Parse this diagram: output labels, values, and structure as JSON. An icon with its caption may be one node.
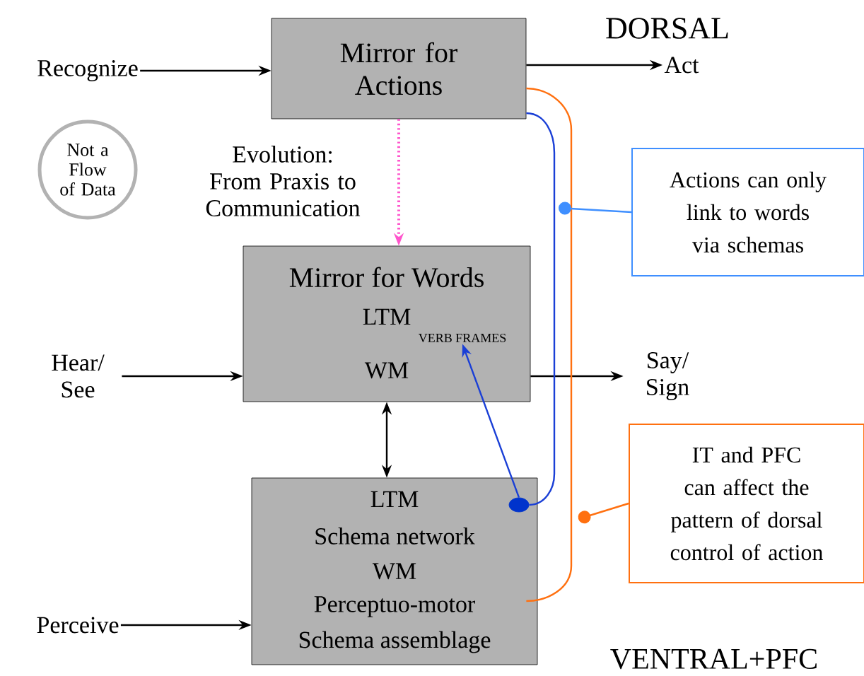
{
  "diagram": {
    "nodes": [
      {
        "text": [
          "Mirror for Actions"
        ]
      },
      {
        "text": [
          "Recognize"
        ]
      },
      {
        "text": [
          "Act"
        ]
      },
      {
        "text": [
          "Not a Flow of Data"
        ]
      },
      {
        "text": [
          "Actions can only link to words via schemas"
        ]
      },
      {
        "text": [
          "Mirror for Words",
          "LTM",
          "WM"
        ]
      },
      {
        "text": [
          "VERB FRAMES"
        ],
        "in": 5
      },
      {
        "text": [
          "Hear/ See"
        ]
      },
      {
        "text": [
          "Say/ Sign"
        ]
      },
      {
        "text": [
          "IT and PFC can affect the pattern of dorsal control of action"
        ]
      },
      {
        "text": [
          "LTM",
          "Schema network",
          "WM",
          "Perceptuo-motor",
          "Schema assemblage"
        ]
      },
      {
        "text": [],
        "shape": "circle",
        "in": 10
      },
      {
        "text": [
          "Perceive"
        ]
      }
    ],
    "edges": [
      {
        "from": 1,
        "to": 0,
        "arrow": "to"
      },
      {
        "from": 0,
        "to": 2,
        "arrow": "to"
      },
      {
        "from": 0,
        "to": 5,
        "arrow": "to",
        "label": "Evolution: From Praxis to Communication",
        "style": "dashed",
        "color": "#ff55cc"
      },
      {
        "from": 7,
        "to": 5,
        "arrow": "to"
      },
      {
        "from": 5,
        "to": 8,
        "arrow": "to"
      },
      {
        "from": 5,
        "to": 10,
        "arrow": "both"
      },
      {
        "from": 0,
        "to": 11,
        "arrow": "none",
        "color": "#1a3fd6"
      },
      {
        "from": 11,
        "to": 6,
        "arrow": "to",
        "color": "#1a3fd6"
      },
      {
        "from": 0,
        "to": 10,
        "arrow": "none",
        "color": "#ff7010"
      },
      {
        "from": 12,
        "to": 10,
        "arrow": "to"
      },
      {
        "from": 4,
        "to": null,
        "arrow": "other",
        "color": "#3f8fff"
      },
      {
        "from": 9,
        "to": null,
        "arrow": "other",
        "color": "#ff7010"
      }
    ],
    "labels": [
      "DORSAL",
      "VENTRAL+PFC"
    ]
  }
}
